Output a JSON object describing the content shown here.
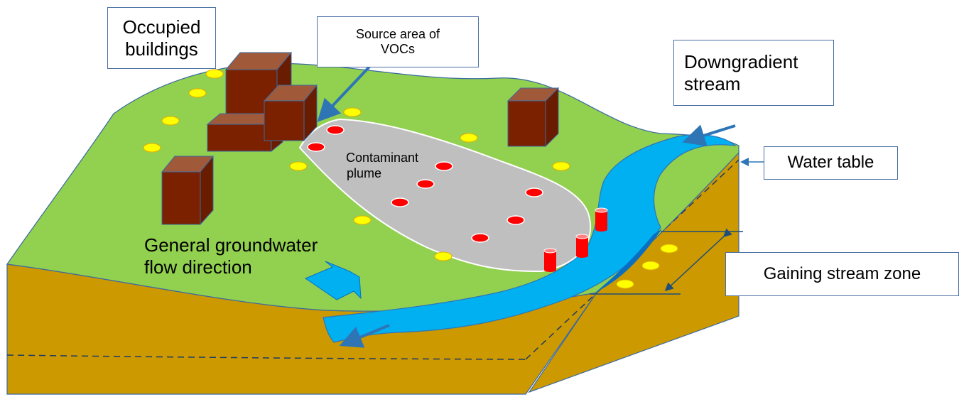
{
  "labels": {
    "occupied_buildings": [
      "Occupied",
      "buildings"
    ],
    "source_area": [
      "Source area of",
      "VOCs"
    ],
    "downgradient_stream": [
      "Downgradient",
      "stream"
    ],
    "water_table": "Water table",
    "contaminant_plume": [
      "Contaminant",
      "plume"
    ],
    "flow_direction": [
      "General groundwater",
      "flow direction"
    ],
    "gaining_stream_zone": "Gaining stream zone"
  },
  "colors": {
    "land_surface": "#92d050",
    "soil": "#cc9900",
    "stream": "#00b0f0",
    "plume": "#bfbfbf",
    "building": "#7b2100",
    "contaminated_well": "#ff0000",
    "clean_well": "#ffff00",
    "arrow": "#2e75b6",
    "callout_border": "#4a6fa5"
  },
  "icons": {
    "flow_arrow": "block-arrow-right-down",
    "well_marker": "ellipse",
    "stream_well": "cylinder"
  }
}
